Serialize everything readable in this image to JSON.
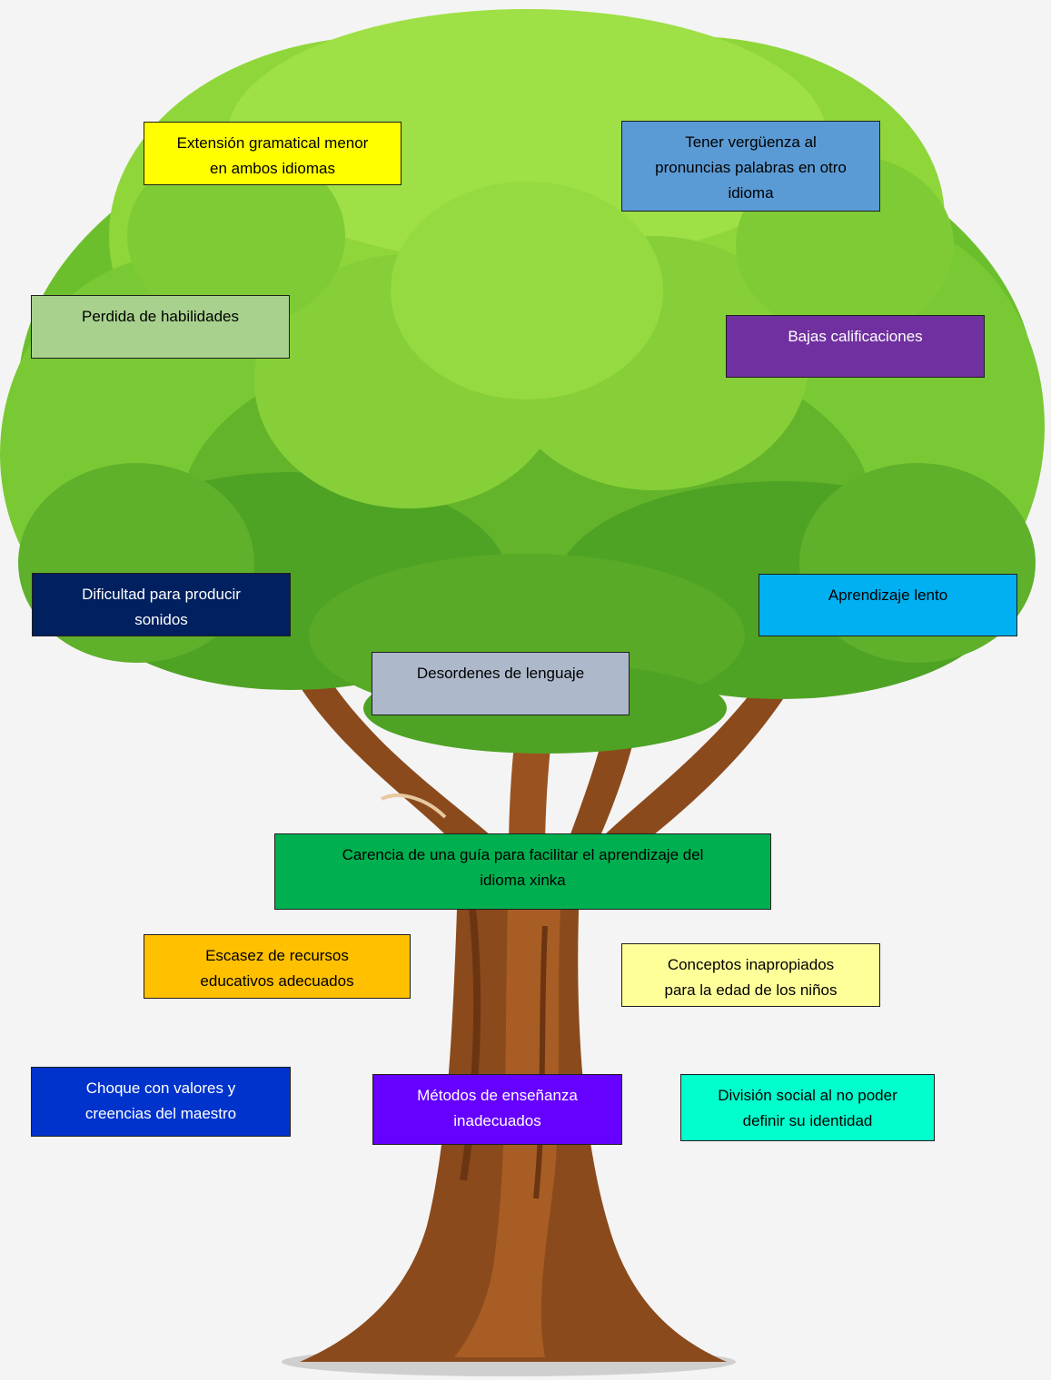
{
  "boxes": [
    {
      "id": "extension-gramatical",
      "text": "Extensión gramatical menor\nen ambos idiomas",
      "bg": "#ffff00",
      "color": "#000000"
    },
    {
      "id": "verguenza",
      "text": "Tener vergüenza al\npronuncias palabras en otro\nidioma",
      "bg": "#5b9bd5",
      "color": "#000000"
    },
    {
      "id": "perdida-habilidades",
      "text": "Perdida de habilidades",
      "bg": "#a9d18e",
      "color": "#000000"
    },
    {
      "id": "bajas-calificaciones",
      "text": "Bajas calificaciones",
      "bg": "#7030a0",
      "color": "#ffffff"
    },
    {
      "id": "dificultad-sonidos",
      "text": "Dificultad para producir\nsonidos",
      "bg": "#002060",
      "color": "#ffffff"
    },
    {
      "id": "aprendizaje-lento",
      "text": "Aprendizaje lento",
      "bg": "#00b0f0",
      "color": "#000000"
    },
    {
      "id": "desordenes-lenguaje",
      "text": "Desordenes de lenguaje",
      "bg": "#adb9ca",
      "color": "#000000"
    },
    {
      "id": "carencia-guia",
      "text": "Carencia de una guía para facilitar el aprendizaje del\nidioma xinka",
      "bg": "#00b050",
      "color": "#000000"
    },
    {
      "id": "escasez-recursos",
      "text": "Escasez de recursos\neducativos adecuados",
      "bg": "#ffc000",
      "color": "#000000"
    },
    {
      "id": "conceptos-inapropiados",
      "text": "Conceptos inapropiados\npara la edad de los niños",
      "bg": "#ffff99",
      "color": "#000000"
    },
    {
      "id": "choque-valores",
      "text": "Choque con valores y\ncreencias del maestro",
      "bg": "#0033cc",
      "color": "#ffffff"
    },
    {
      "id": "metodos-ensenanza",
      "text": "Métodos de enseñanza\ninadecuados",
      "bg": "#6600ff",
      "color": "#ffffff"
    },
    {
      "id": "division-social",
      "text": "División social al no poder\ndefinir su identidad",
      "bg": "#00ffcc",
      "color": "#000000"
    }
  ]
}
